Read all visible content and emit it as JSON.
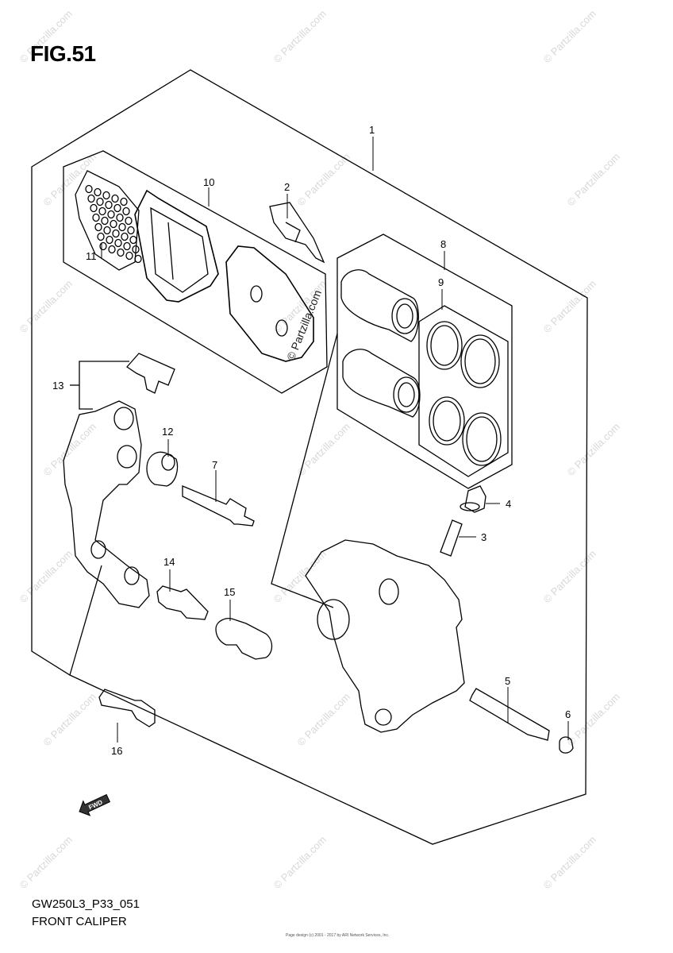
{
  "figure": {
    "title": "FIG.51",
    "model_code": "GW250L3_P33_051",
    "caption": "FRONT CALIPER",
    "fwd_label": "FWD"
  },
  "callouts": [
    {
      "id": "c1",
      "label": "1"
    },
    {
      "id": "c2",
      "label": "2"
    },
    {
      "id": "c3",
      "label": "3"
    },
    {
      "id": "c4",
      "label": "4"
    },
    {
      "id": "c5",
      "label": "5"
    },
    {
      "id": "c6",
      "label": "6"
    },
    {
      "id": "c7",
      "label": "7"
    },
    {
      "id": "c8",
      "label": "8"
    },
    {
      "id": "c9",
      "label": "9"
    },
    {
      "id": "c10",
      "label": "10"
    },
    {
      "id": "c11",
      "label": "11"
    },
    {
      "id": "c12",
      "label": "12"
    },
    {
      "id": "c13",
      "label": "13"
    },
    {
      "id": "c14",
      "label": "14"
    },
    {
      "id": "c15",
      "label": "15"
    },
    {
      "id": "c16",
      "label": "16"
    }
  ],
  "watermark": "© Partzilla.com",
  "footer_note": "Page design (c) 2001 - 2017 by ARI Network Services, Inc."
}
